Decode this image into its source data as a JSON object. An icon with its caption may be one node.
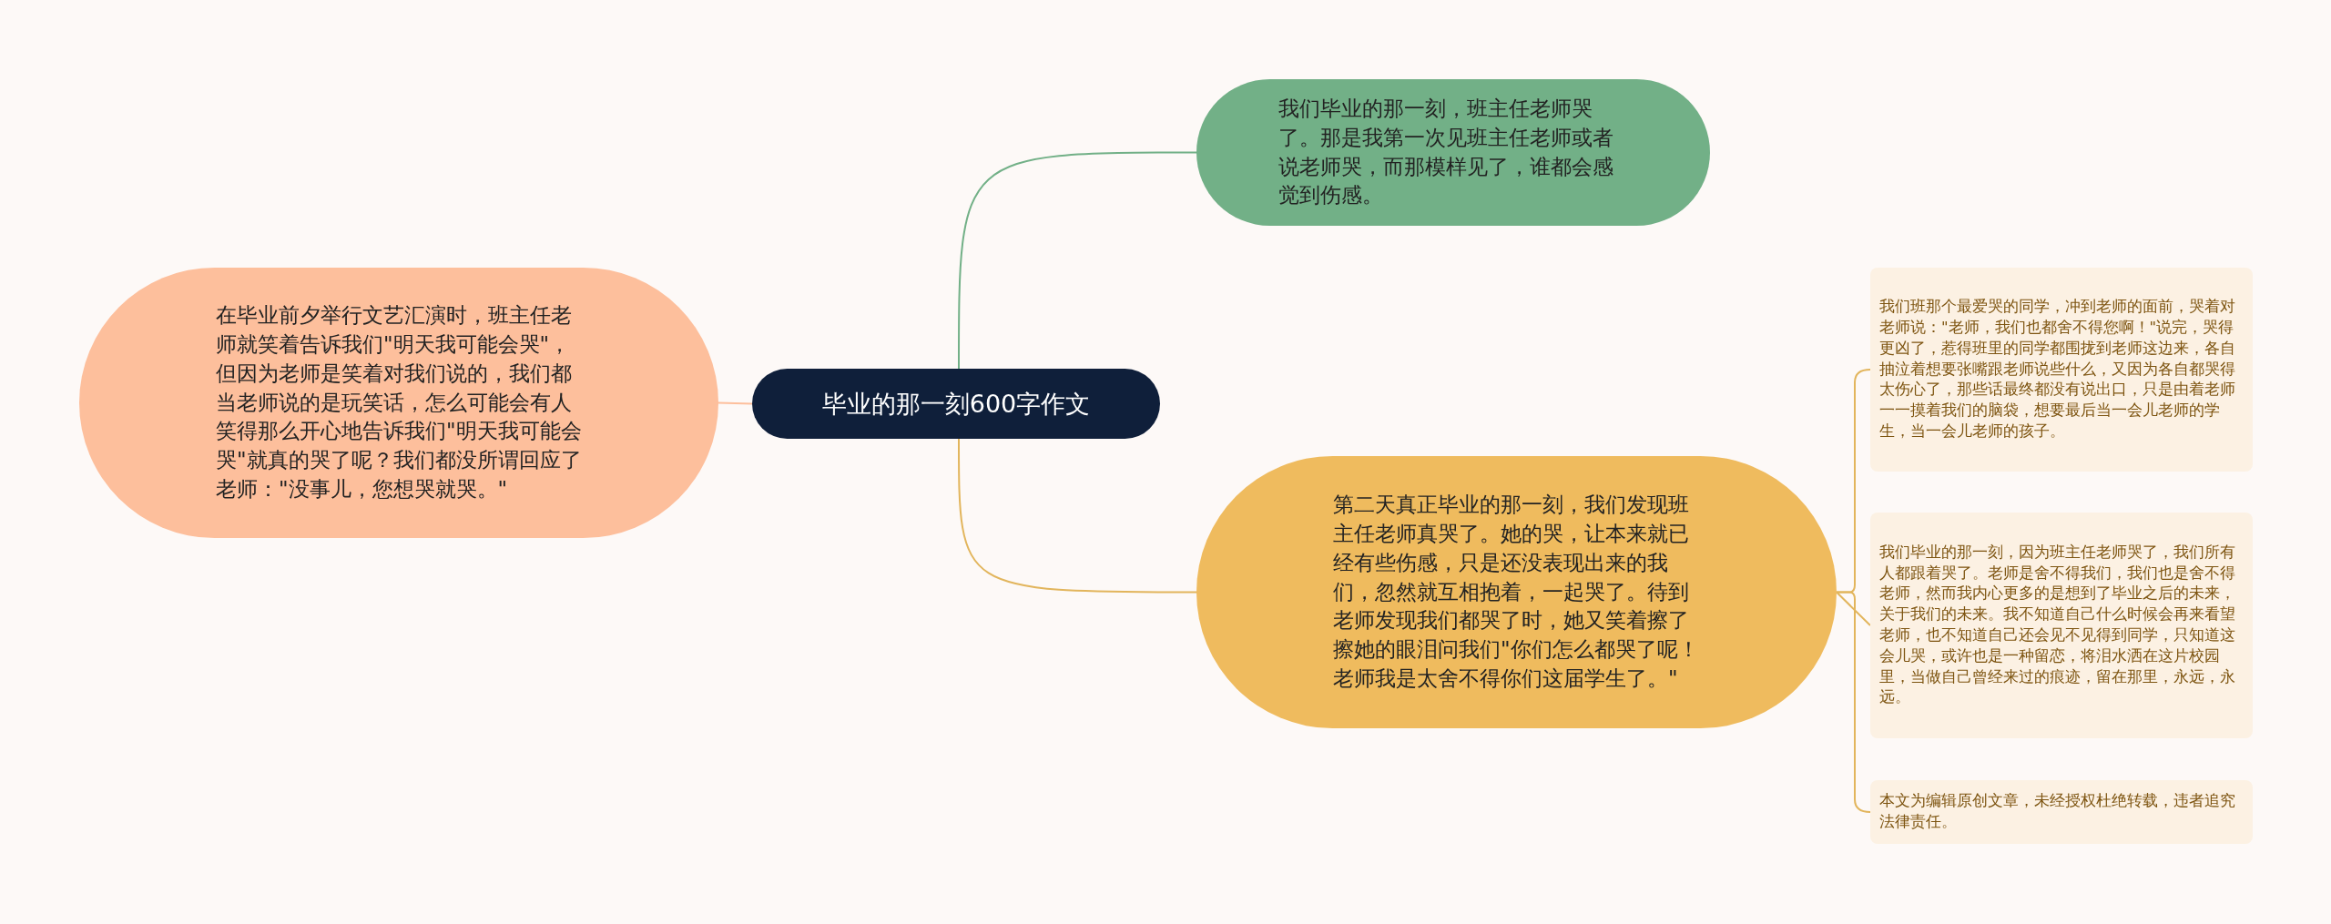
{
  "diagram": {
    "nodes": [
      {
        "text": [
          "毕业的那一刻600字作文"
        ]
      },
      {
        "text": [
          "在毕业前夕举行文艺汇演时，班主任老师就笑着告诉我们\"明天我可能会哭\"，但因为老师是笑着对我们说的，我们都当老师说的是玩笑话，怎么可能会有人笑得那么开心地告诉我们\"明天我可能会哭\"就真的哭了呢？我们都没所谓回应了老师：\"没事儿，您想哭就哭。\""
        ]
      },
      {
        "text": [
          "我们毕业的那一刻，班主任老师哭了。那是我第一次见班主任老师或者说老师哭，而那模样见了，谁都会感觉到伤感。"
        ]
      },
      {
        "text": [
          "第二天真正毕业的那一刻，我们发现班主任老师真哭了。她的哭，让本来就已经有些伤感，只是还没表现出来的我们，忽然就互相抱着，一起哭了。待到老师发现我们都哭了时，她又笑着擦了擦她的眼泪问我们\"你们怎么都哭了呢！老师我是太舍不得你们这届学生了。\""
        ]
      },
      {
        "text": [
          "我们班那个最爱哭的同学，冲到老师的面前，哭着对老师说：\"老师，我们也都舍不得您啊！\"说完，哭得更凶了，惹得班里的同学都围拢到老师这边来，各自抽泣着想要张嘴跟老师说些什么，又因为各自都哭得太伤心了，那些话最终都没有说出口，只是由着老师一一摸着我们的脑袋，想要最后当一会儿老师的学生，当一会儿老师的孩子。"
        ]
      },
      {
        "text": [
          "我们毕业的那一刻，因为班主任老师哭了，我们所有人都跟着哭了。老师是舍不得我们，我们也是舍不得老师，然而我内心更多的是想到了毕业之后的未来，关于我们的未来。我不知道自己什么时候会再来看望老师，也不知道自己还会见不见得到同学，只知道这会儿哭，或许也是一种留恋，将泪水洒在这片校园里，当做自己曾经来过的痕迹，留在那里，永远，永远。"
        ]
      },
      {
        "text": [
          "本文为编辑原创文章，未经授权杜绝转载，违者追究法律责任。"
        ]
      }
    ],
    "edges": [
      {
        "from": 0,
        "to": 1,
        "arrow": "none",
        "color": "#fdbf9c"
      },
      {
        "from": 0,
        "to": 2,
        "arrow": "none",
        "color": "#72b087"
      },
      {
        "from": 0,
        "to": 3,
        "arrow": "none"
      },
      {
        "from": 3,
        "to": 4,
        "arrow": "none"
      },
      {
        "from": 3,
        "to": 5,
        "arrow": "none"
      },
      {
        "from": 3,
        "to": 6,
        "arrow": "none"
      }
    ]
  }
}
